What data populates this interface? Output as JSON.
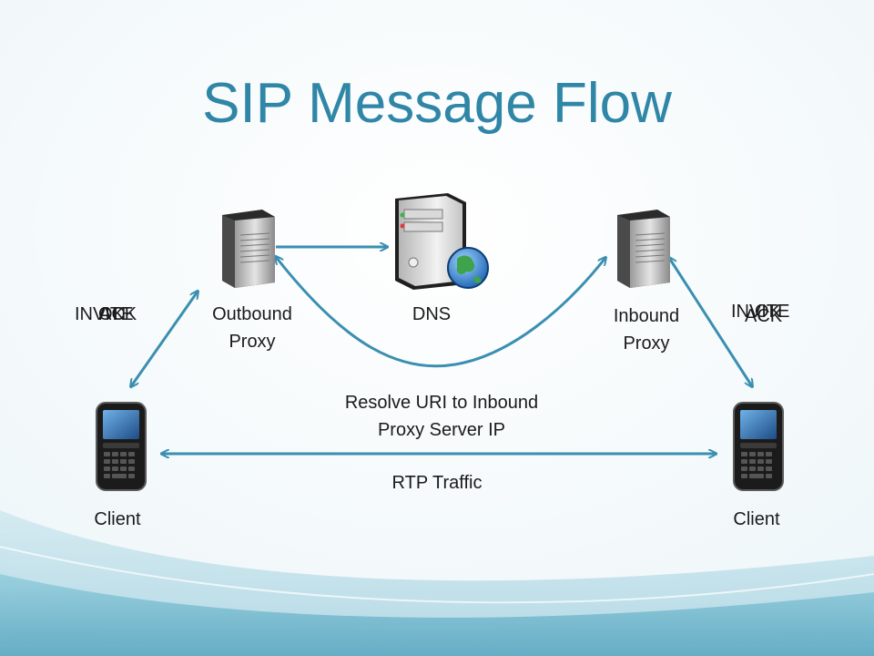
{
  "slide": {
    "title": "SIP Message Flow"
  },
  "nodes": {
    "outbound_proxy": "Outbound\nProxy",
    "dns": "DNS",
    "inbound_proxy": "Inbound\nProxy",
    "client_left": "Client",
    "client_right": "Client"
  },
  "annotations": {
    "resolve": "Resolve URI to Inbound\nProxy Server IP",
    "rtp": "RTP Traffic"
  },
  "left_messages": [
    "INVITE",
    "OK",
    "ACK"
  ],
  "right_messages": [
    "INVITE",
    "OK",
    "ACK"
  ],
  "colors": {
    "title": "#2f86a6",
    "arrow": "#3a8fb0"
  },
  "icons": {
    "server": "server-tower-icon",
    "dns": "dns-server-globe-icon",
    "phone": "smartphone-icon"
  }
}
